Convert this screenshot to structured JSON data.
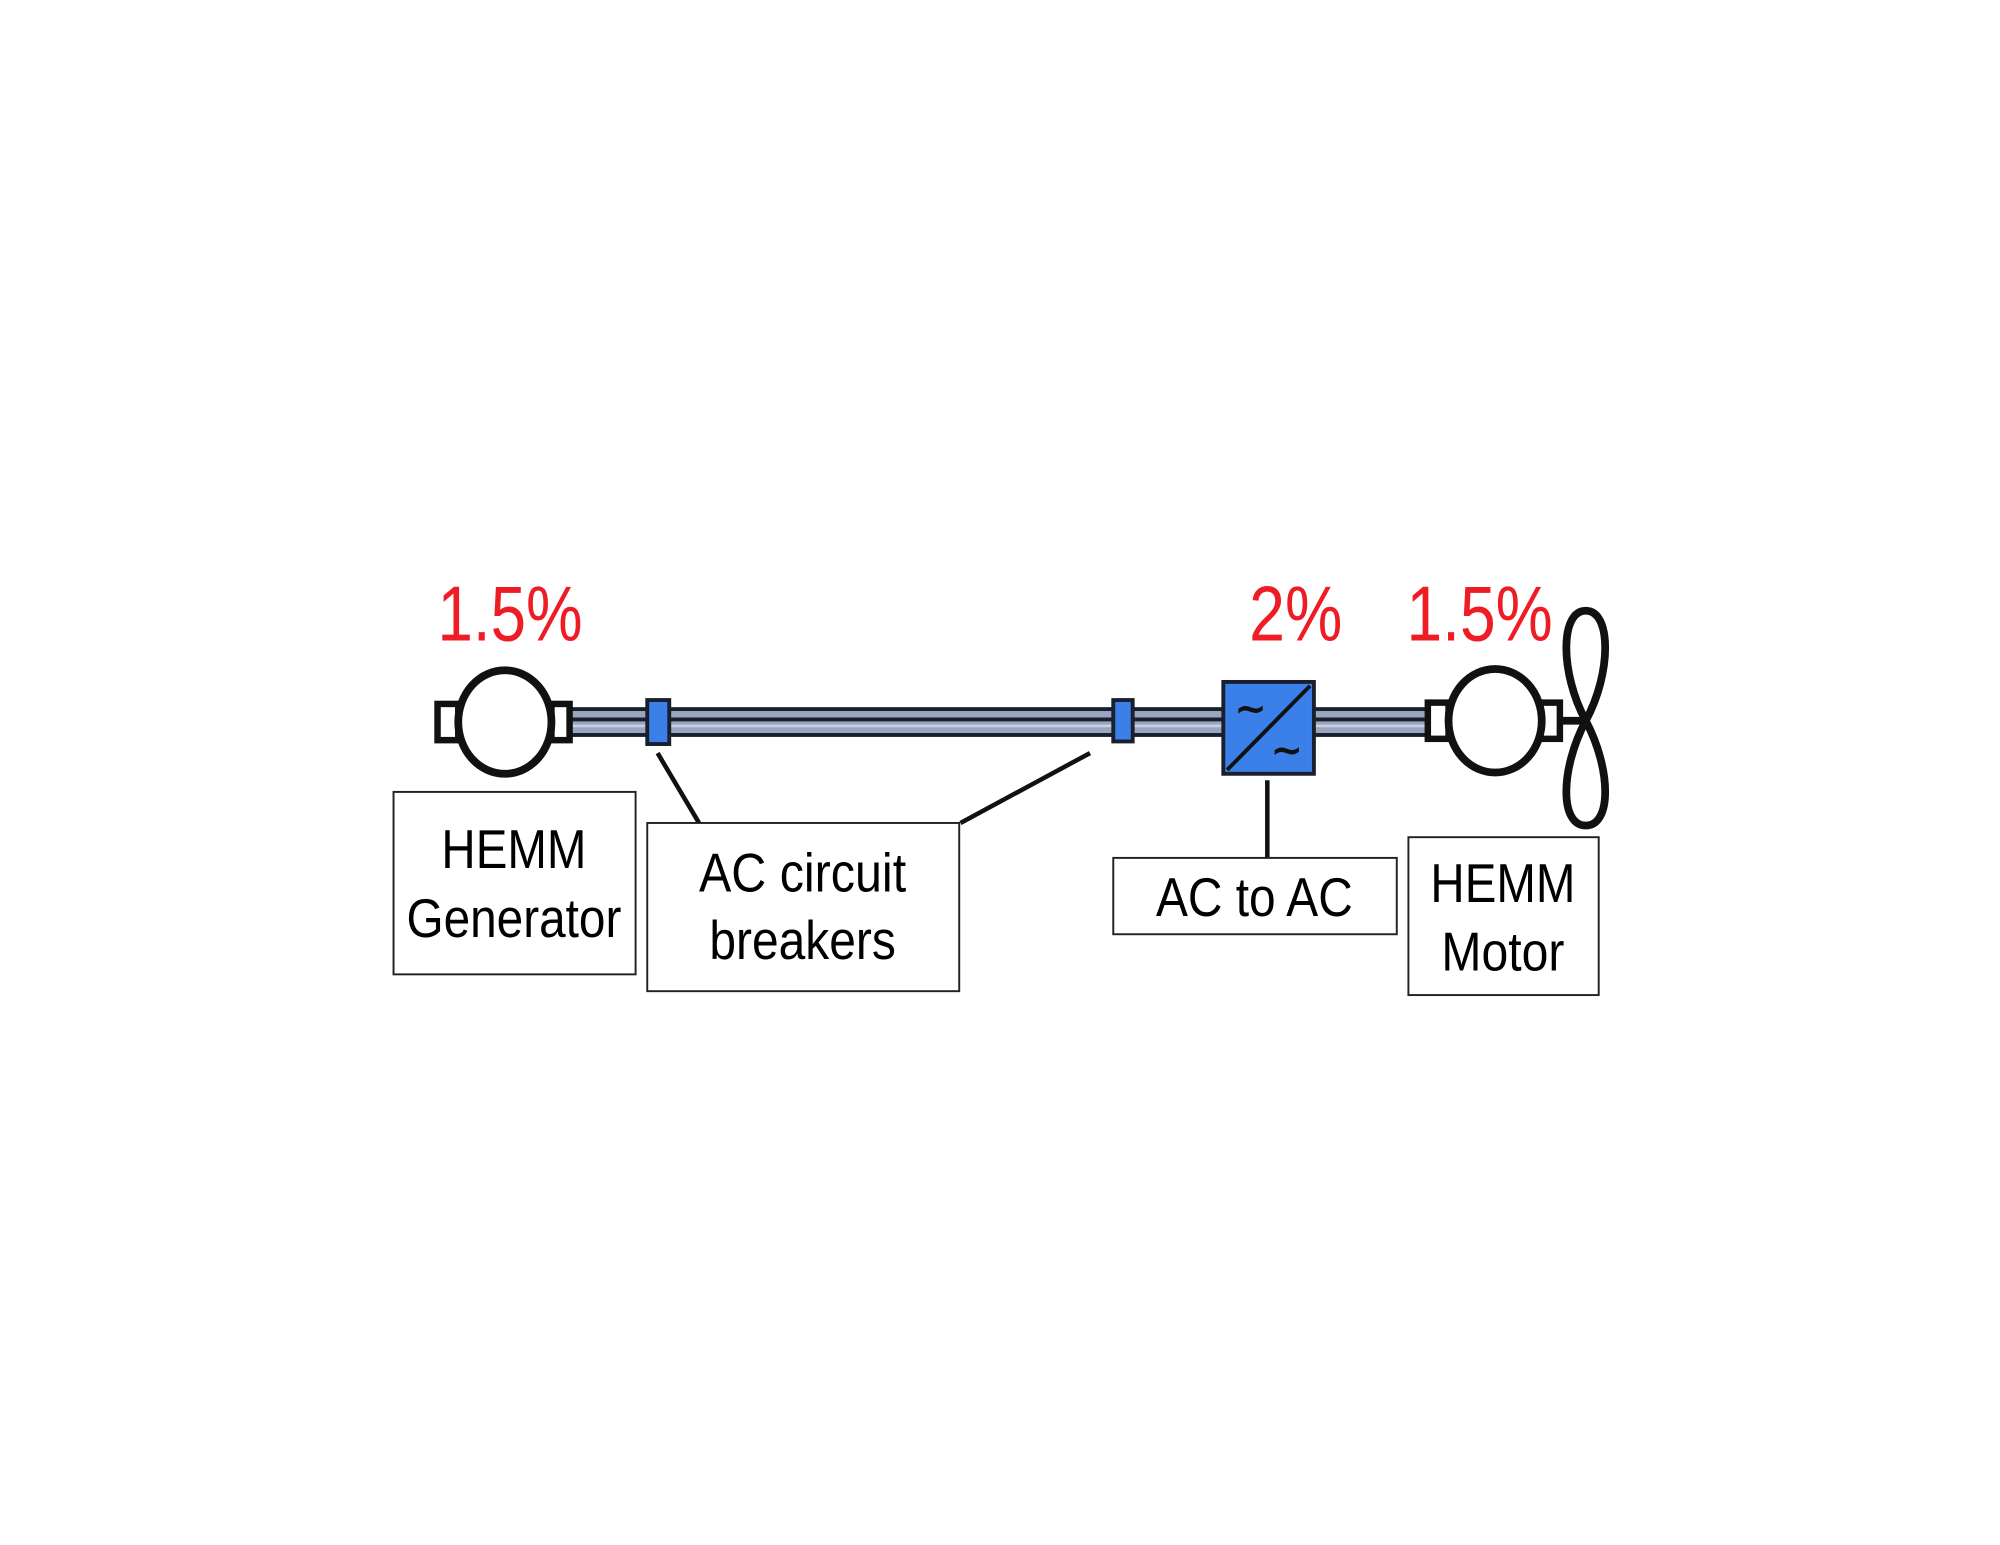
{
  "components": {
    "generator": {
      "label_line1": "HEMM",
      "label_line2": "Generator",
      "loss": "1.5%"
    },
    "breakers": {
      "label_line1": "AC circuit",
      "label_line2": "breakers"
    },
    "converter": {
      "label": "AC to AC",
      "loss": "2%",
      "symbol_top": "~",
      "symbol_bottom": "~"
    },
    "motor": {
      "label_line1": "HEMM",
      "label_line2": "Motor",
      "loss": "1.5%"
    }
  },
  "colors": {
    "loss_text": "#ee1c25",
    "component_blue": "#3a80e8",
    "outline": "#111111"
  }
}
